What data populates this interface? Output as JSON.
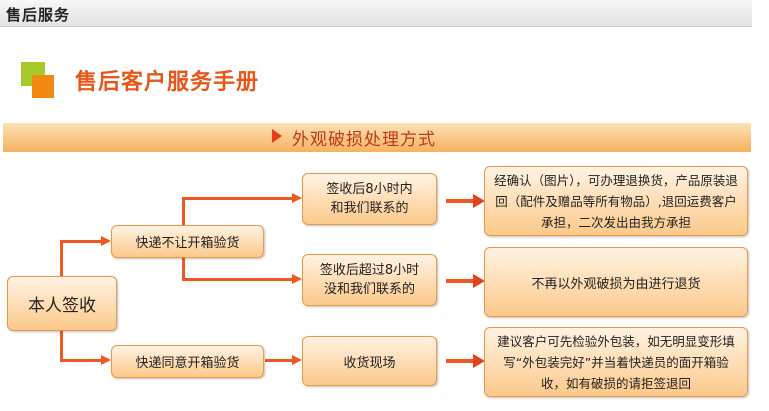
{
  "header": {
    "title": "售后服务"
  },
  "section": {
    "heading": "售后客户服务手册",
    "subheading": "外观破损处理方式"
  },
  "flow": {
    "root": "本人签收",
    "branch_refuse": "快递不让开箱验货",
    "branch_allow": "快递同意开箱验货",
    "contact_within": "签收后8小时内\n和我们联系的",
    "contact_after": "签收后超过8小时\n没和我们联系的",
    "inspect_onsite": "收货现场",
    "result_within": "经确认（图片），可办理退换货，产品原装退回（配件及赠品等所有物品）,退回运费客户承担，二次发出由我方承担",
    "result_after": "不再以外观破损为由进行退货",
    "result_onsite": "建议客户可先检验外包装，如无明显变形填写“外包装完好”并当着快递员的面开箱验收，如有破损的请拒签退回"
  },
  "colors": {
    "accent": "#f05a22",
    "heading": "#e8561a",
    "box_border": "#e79a4a"
  }
}
